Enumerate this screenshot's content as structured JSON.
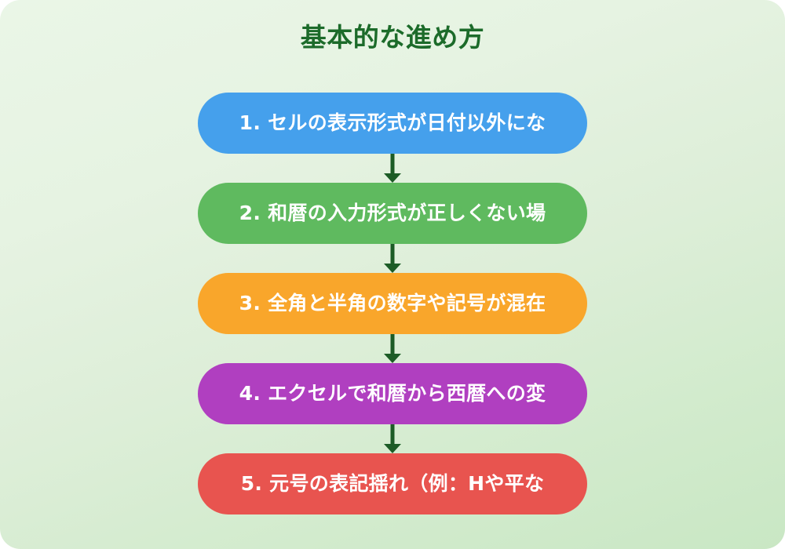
{
  "page": {
    "title": "基本的な進め方",
    "title_color": "#1c6b2a",
    "background_gradient_from": "#eaf6e7",
    "background_gradient_to": "#c9e7c4",
    "connector_color": "#1c5c26"
  },
  "flow": {
    "steps": [
      {
        "label": "1. セルの表示形式が日付以外にな",
        "color": "#45a0ec",
        "text_color": "#ffffff"
      },
      {
        "label": "2. 和暦の入力形式が正しくない場",
        "color": "#5fba5f",
        "text_color": "#ffffff"
      },
      {
        "label": "3. 全角と半角の数字や記号が混在",
        "color": "#f9a62b",
        "text_color": "#ffffff"
      },
      {
        "label": "4. エクセルで和暦から西暦への変",
        "color": "#b03fc0",
        "text_color": "#ffffff"
      },
      {
        "label": "5. 元号の表記揺れ（例：Hや平な",
        "color": "#e8544f",
        "text_color": "#ffffff"
      }
    ]
  }
}
